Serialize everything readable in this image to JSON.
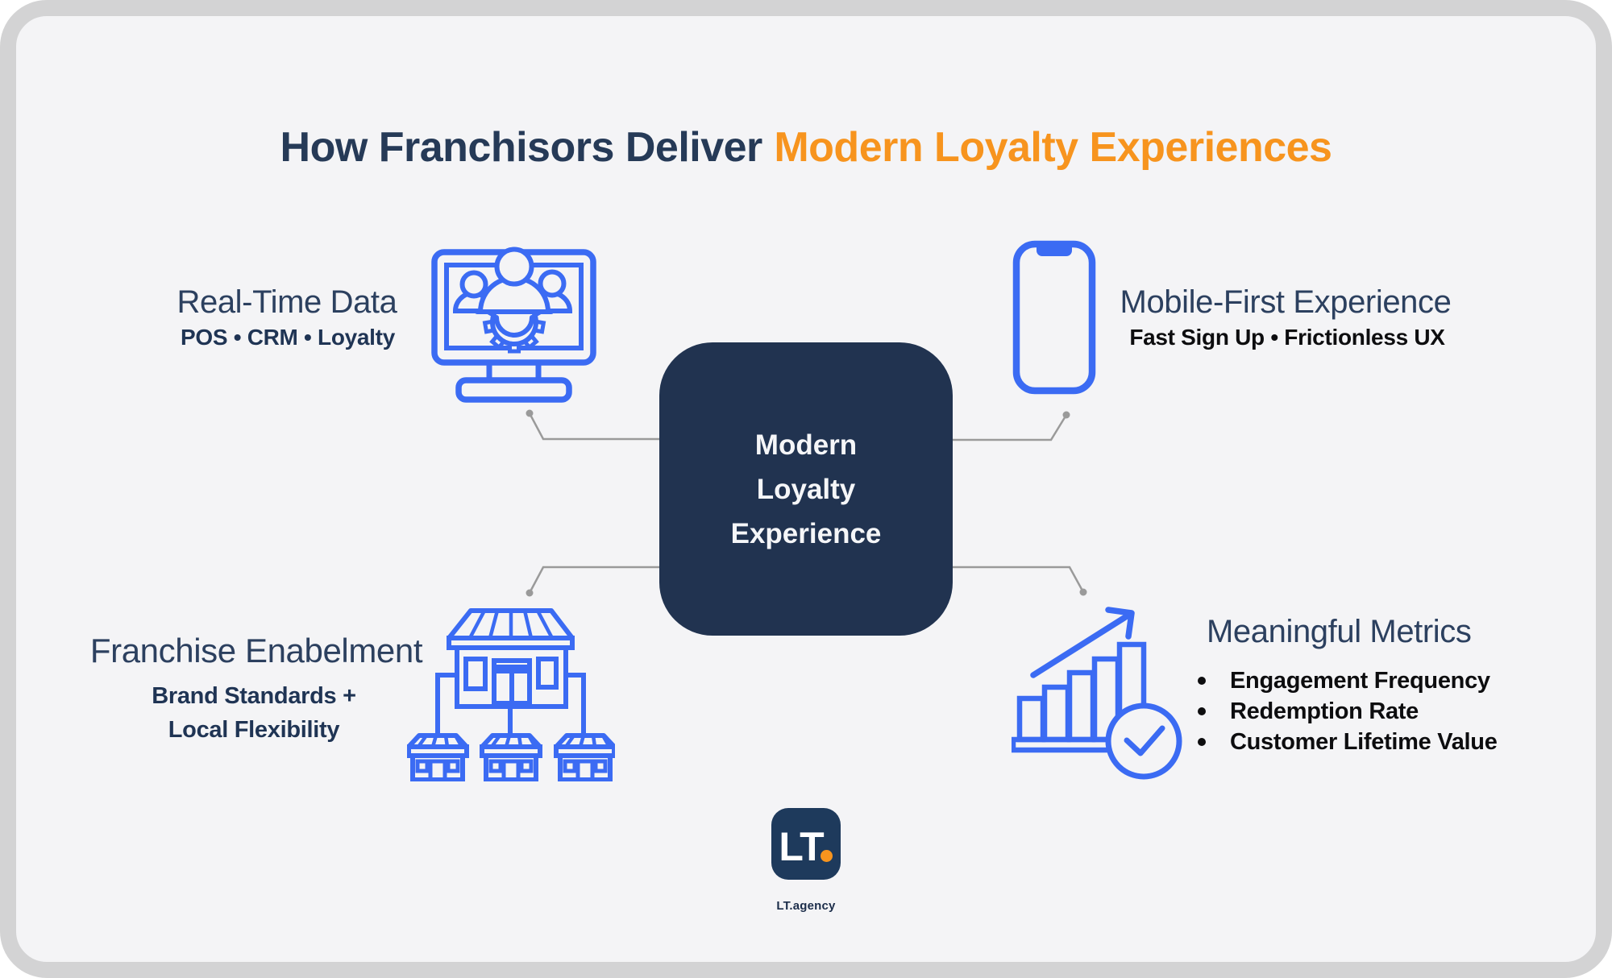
{
  "title": {
    "prefix": "How Franchisors Deliver",
    "highlight": "Modern Loyalty Experiences"
  },
  "center": {
    "lines": [
      "Modern",
      "Loyalty",
      "Experience"
    ]
  },
  "sections": {
    "realtime": {
      "heading": "Real-Time Data",
      "subtext": "POS • CRM • Loyalty",
      "icon": "monitor-team-gear-icon"
    },
    "mobile": {
      "heading": "Mobile-First Experience",
      "subtext": "Fast Sign Up • Frictionless UX",
      "icon": "smartphone-icon"
    },
    "franchise": {
      "heading": "Franchise Enabelment",
      "line1": "Brand Standards +",
      "line2": "Local Flexibility",
      "icon": "franchise-network-icon"
    },
    "metrics": {
      "heading": "Meaningful Metrics",
      "bullets": [
        "Engagement Frequency",
        "Redemption Rate",
        "Customer Lifetime Value"
      ],
      "icon": "growth-chart-check-icon"
    }
  },
  "footer": {
    "logo_text": "LT",
    "caption": "LT.agency"
  },
  "colors": {
    "background": "#f4f4f6",
    "frame_border": "#d3d3d4",
    "title_navy": "#263a57",
    "title_orange": "#f7941e",
    "heading_navy": "#2c405f",
    "subtext_navy": "#1f3454",
    "text_black": "#0d0d0f",
    "center_box_navy": "#213350",
    "center_box_text": "#f5f6f8",
    "icon_blue": "#3b6bf3",
    "connector_gray": "#9a9a9a",
    "logo_navy": "#1e3a5c",
    "logo_orange": "#f7941e"
  }
}
